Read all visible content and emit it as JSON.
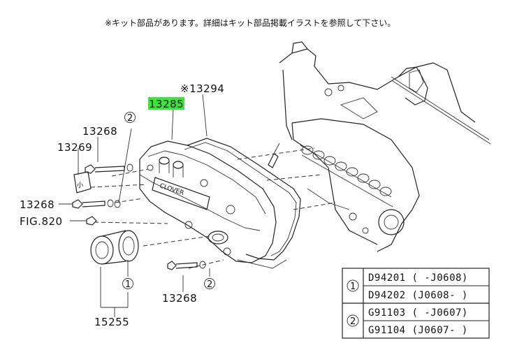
{
  "note": "※キット部品があります。詳細はキット部品掲載イラストを参照して下さい。",
  "highlight_color": "#39e639",
  "callouts": {
    "p13294": "※13294",
    "p13285": "13285",
    "p13268_top": "13268",
    "p13269": "13269",
    "p13268_mid": "13268",
    "fig820": "FIG.820",
    "p13268_bottom": "13268",
    "p15255": "15255",
    "ref1": "1",
    "ref2": "2",
    "cap_text": "CLOVER",
    "tag_text": "小"
  },
  "table": {
    "rows": [
      {
        "ref": "1",
        "parts": [
          "D94201 ( -J0608)",
          "D94202 (J0608- )"
        ]
      },
      {
        "ref": "2",
        "parts": [
          "G91103 ( -J0607)",
          "G91104 (J0607- )"
        ]
      }
    ]
  }
}
